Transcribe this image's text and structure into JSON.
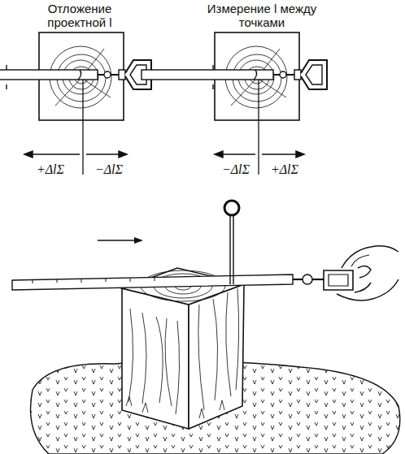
{
  "diagram": {
    "labels": [
      "Отложение проектной l",
      "Измерение l между точками",
      "+ΔlΣ",
      "−ΔlΣ",
      "−ΔlΣ",
      "+ΔlΣ"
    ]
  }
}
